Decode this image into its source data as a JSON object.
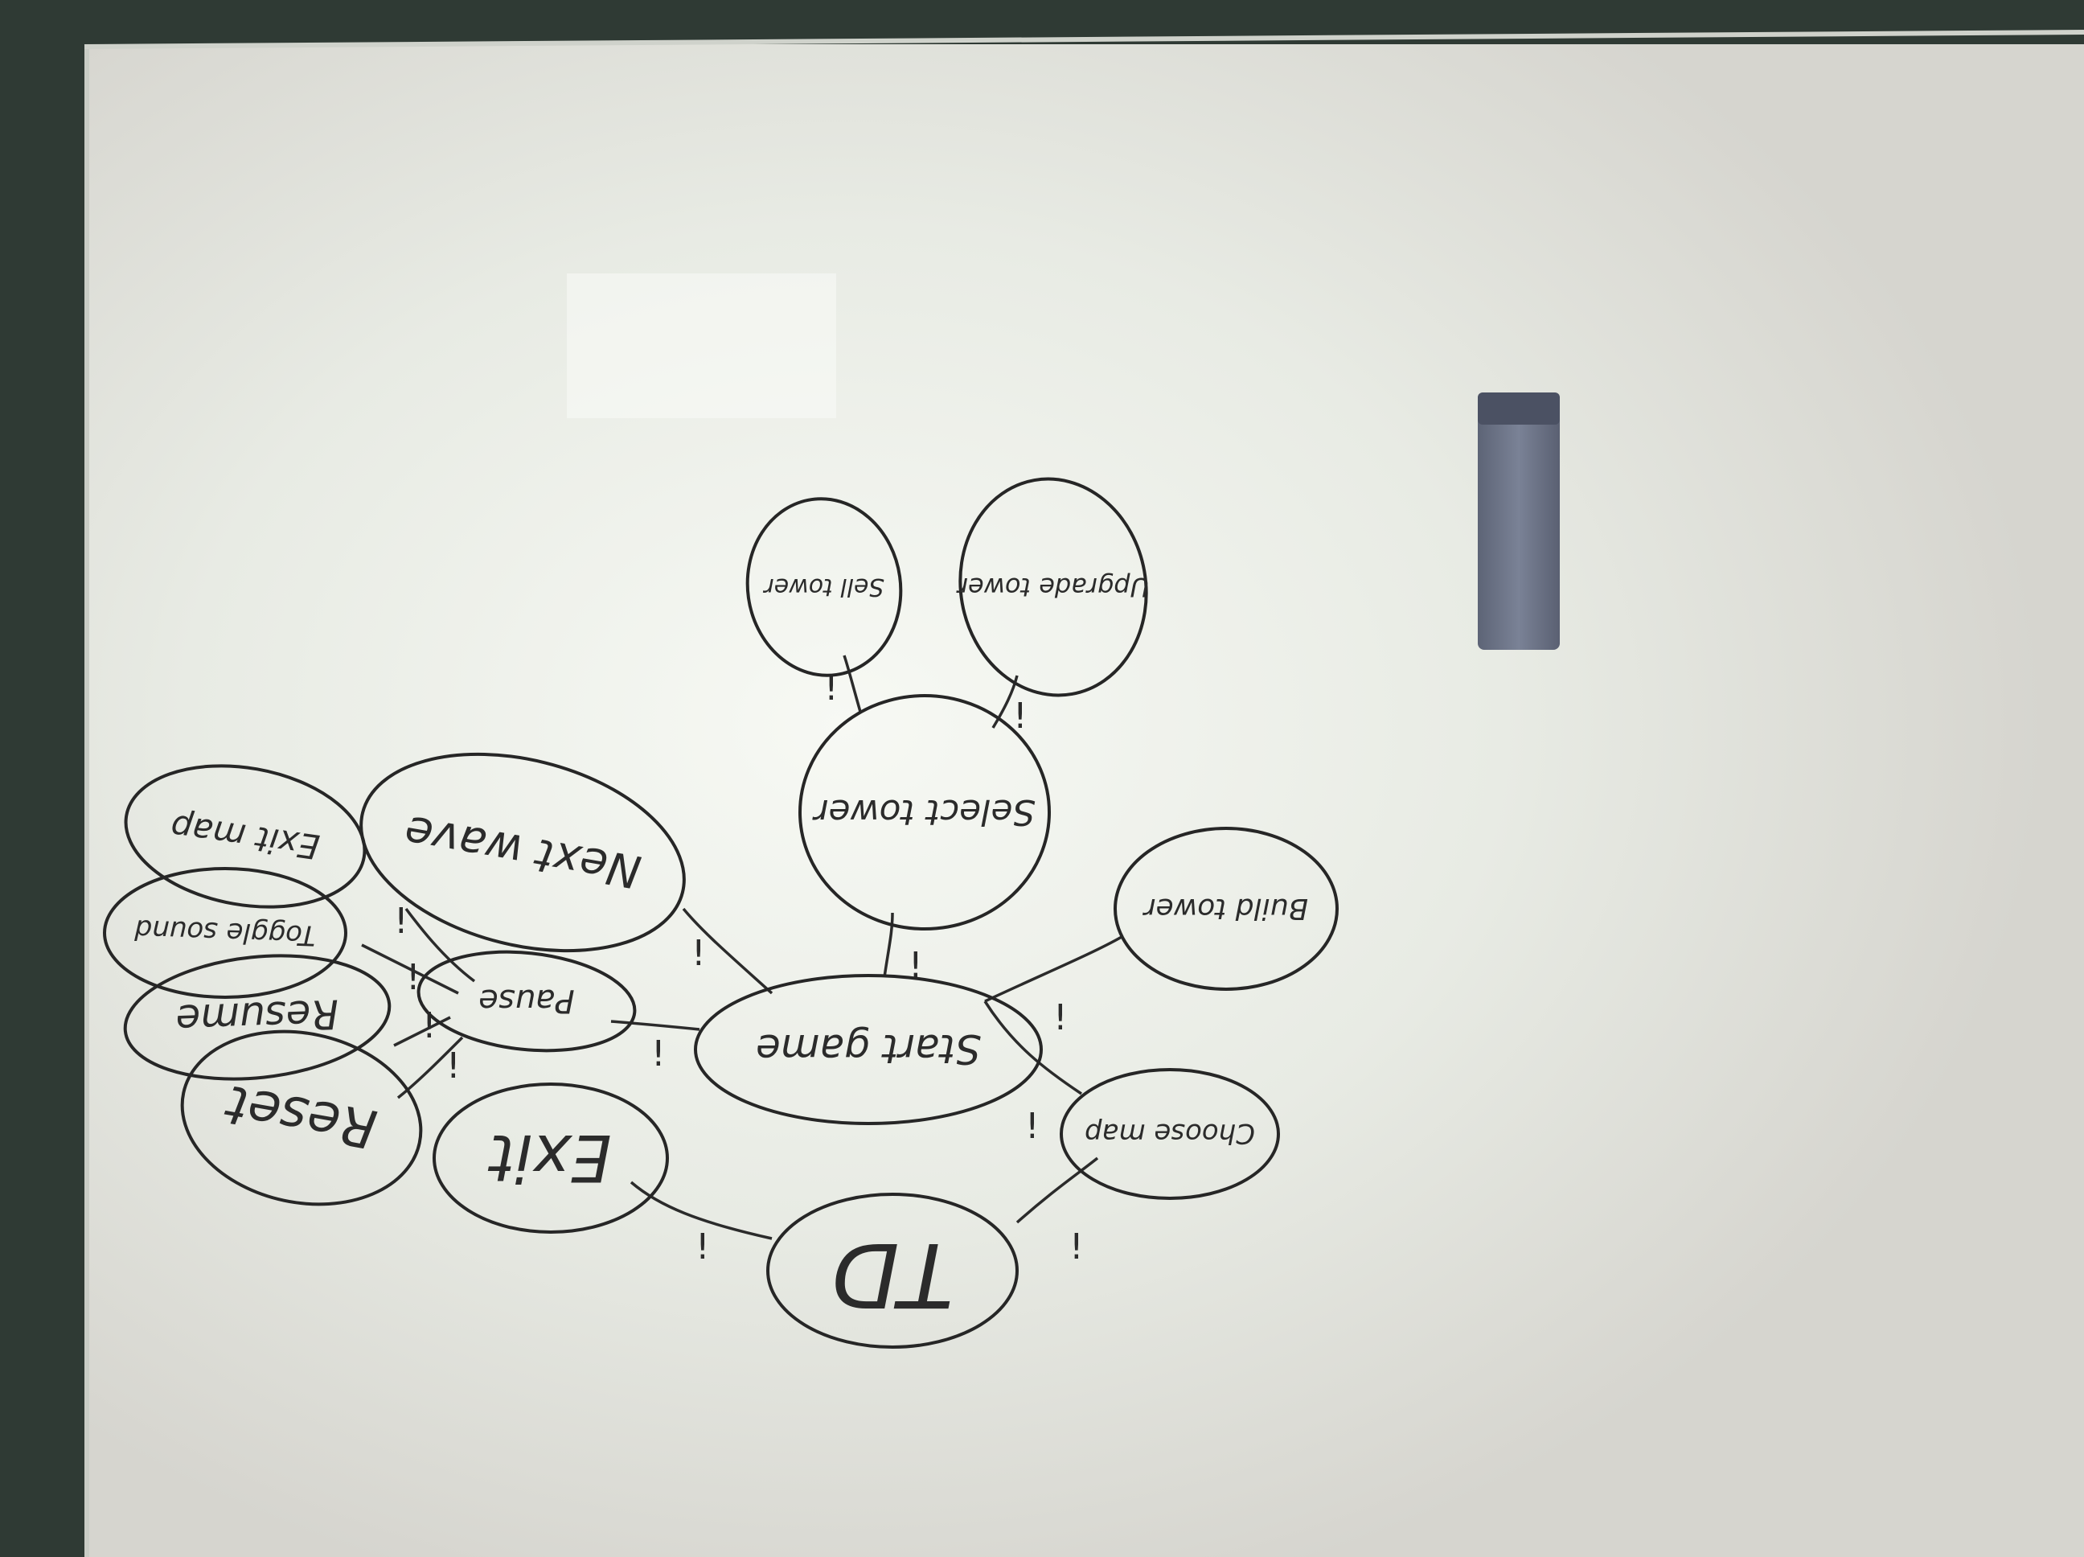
{
  "diagram": {
    "nodes": {
      "td": "TD",
      "exit": "Exit",
      "choose_map": "Choose map",
      "start_game": "Start game",
      "build_tower": "Build tower",
      "select_tower": "Select tower",
      "sell_tower": "Sell tower",
      "upgrade_tower": "Upgrade tower",
      "next_wave": "Next wave",
      "pause": "Pause",
      "exit_map": "Exit map",
      "toggle_sound": "Toggle sound",
      "resume": "Resume",
      "reset": "Reset"
    },
    "edge_mark": "!"
  },
  "colors": {
    "whiteboard": "#e9ece6",
    "whiteboard_glare": "#f4f6f1",
    "wall": "#2f3a34",
    "frame": "#d9dcd6",
    "marker": "#262626",
    "eraser": "#6d7488"
  }
}
